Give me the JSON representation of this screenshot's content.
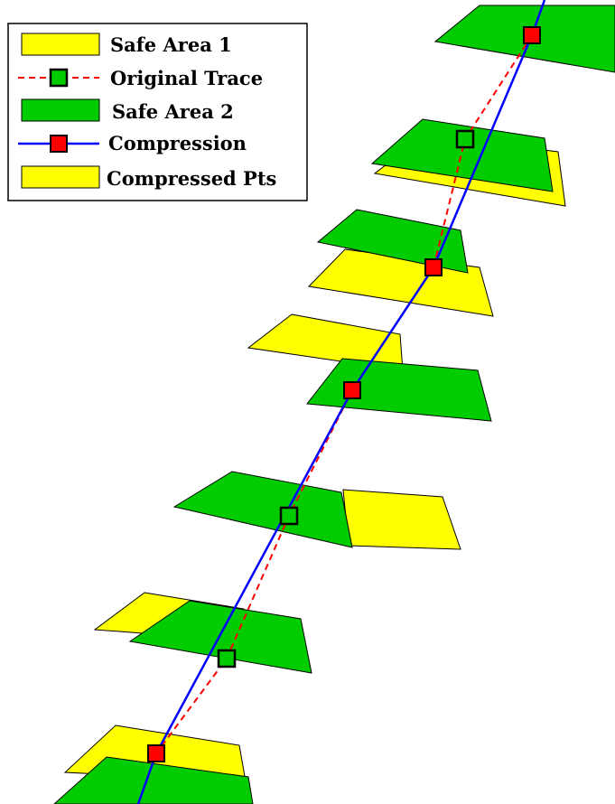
{
  "legend": {
    "items": [
      {
        "id": "safe-area-1",
        "label": "Safe Area 1",
        "symbol": "yellow-patch"
      },
      {
        "id": "original-trace",
        "label": "Original Trace",
        "symbol": "red-dashed-line-green-square"
      },
      {
        "id": "safe-area-2",
        "label": "Safe Area 2",
        "symbol": "green-patch"
      },
      {
        "id": "compression",
        "label": "Compression",
        "symbol": "blue-line-red-square"
      },
      {
        "id": "compressed-pts",
        "label": "Compressed Pts",
        "symbol": "yellow-patch"
      }
    ]
  },
  "colors": {
    "safe_area_1": "#ffff00",
    "safe_area_2": "#00cc00",
    "original_trace": "#ff0000",
    "compression": "#0000ff",
    "compressed_marker": "#ff0000",
    "original_marker": "#00cc00",
    "outline": "#000000",
    "background": "#ffffff"
  }
}
